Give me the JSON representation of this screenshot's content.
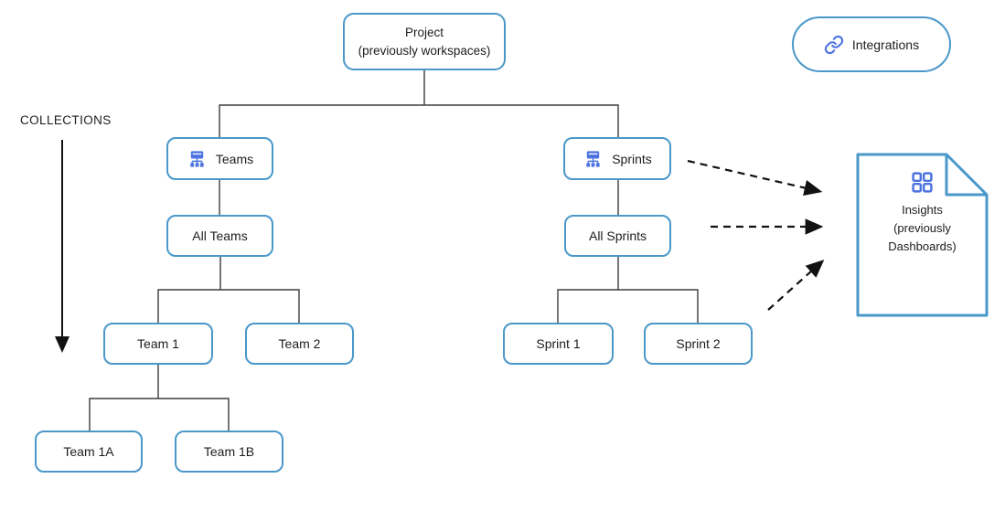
{
  "labels": {
    "collections": "COLLECTIONS"
  },
  "nodes": {
    "project": {
      "line1": "Project",
      "line2": "(previously workspaces)"
    },
    "teams": {
      "label": "Teams",
      "icon": "org-chart-icon"
    },
    "all_teams": {
      "label": "All Teams"
    },
    "team_1": {
      "label": "Team 1"
    },
    "team_2": {
      "label": "Team 2"
    },
    "team_1a": {
      "label": "Team 1A"
    },
    "team_1b": {
      "label": "Team 1B"
    },
    "sprints": {
      "label": "Sprints",
      "icon": "org-chart-icon"
    },
    "all_sprints": {
      "label": "All Sprints"
    },
    "sprint_1": {
      "label": "Sprint 1"
    },
    "sprint_2": {
      "label": "Sprint 2"
    },
    "integrations": {
      "label": "Integrations",
      "icon": "link-icon"
    },
    "insights": {
      "line1": "Insights",
      "line2": "(previously",
      "line3": "Dashboards)",
      "icon": "grid-icon"
    }
  },
  "connections": {
    "solid": [
      "Project → Teams",
      "Project → Sprints",
      "Teams → All Teams",
      "All Teams → Team 1",
      "All Teams → Team 2",
      "Team 1 → Team 1A",
      "Team 1 → Team 1B",
      "Sprints → All Sprints",
      "All Sprints → Sprint 1",
      "All Sprints → Sprint 2",
      "COLLECTIONS → (down arrow)"
    ],
    "dashed_arrows": [
      "Sprints → Insights",
      "All Sprints → Insights",
      "Sprint 2 → Insights"
    ]
  },
  "colors": {
    "node_border": "#4a98c9",
    "icon_accent": "#4d74e0",
    "connector_line": "#3d3d3d",
    "arrow_black": "#111111",
    "text": "#1d1d1f"
  }
}
